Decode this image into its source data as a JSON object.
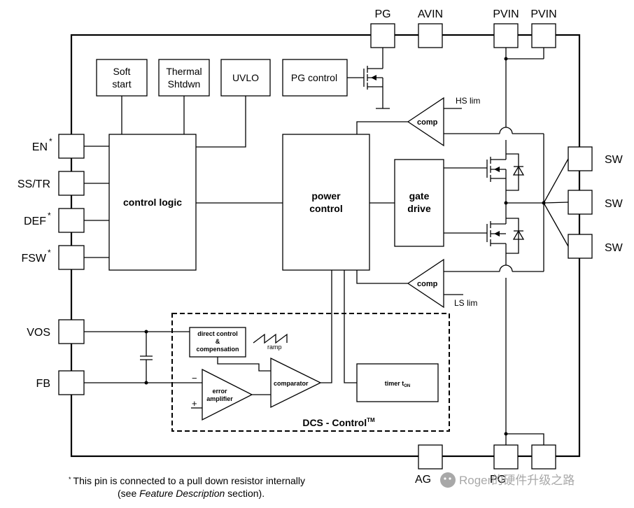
{
  "pins": {
    "pg": "PG",
    "avin": "AVIN",
    "pvin": "PVIN",
    "en": "EN",
    "ss_tr": "SS/TR",
    "def": "DEF",
    "fsw": "FSW",
    "vos": "VOS",
    "fb": "FB",
    "sw": "SW",
    "agnd": "AG",
    "pgnd": "PG",
    "asterisk": "*"
  },
  "blocks": {
    "soft_start_1": "Soft",
    "soft_start_2": "start",
    "thermal_1": "Thermal",
    "thermal_2": "Shtdwn",
    "uvlo": "UVLO",
    "pg_control": "PG control",
    "control_logic": "control logic",
    "power_control_1": "power",
    "power_control_2": "control",
    "gate_drive_1": "gate",
    "gate_drive_2": "drive",
    "comp": "comp",
    "hs_lim": "HS lim",
    "ls_lim": "LS lim",
    "direct_control_1": "direct control",
    "direct_control_2": "&",
    "direct_control_3": "compensation",
    "ramp": "ramp",
    "comparator": "comparator",
    "error_amp_1": "error",
    "error_amp_2": "amplifier",
    "minus": "−",
    "plus": "+",
    "timer": "timer t",
    "timer_sub": "ON",
    "dcs": "DCS - Control",
    "dcs_tm": "TM"
  },
  "footnote": {
    "line1_star": "*",
    "line1": "This pin is connected to a pull down resistor internally",
    "line2_pre": "(see ",
    "line2_italic": "Feature Description",
    "line2_post": " section)."
  },
  "watermark": "Roger的硬件升级之路"
}
